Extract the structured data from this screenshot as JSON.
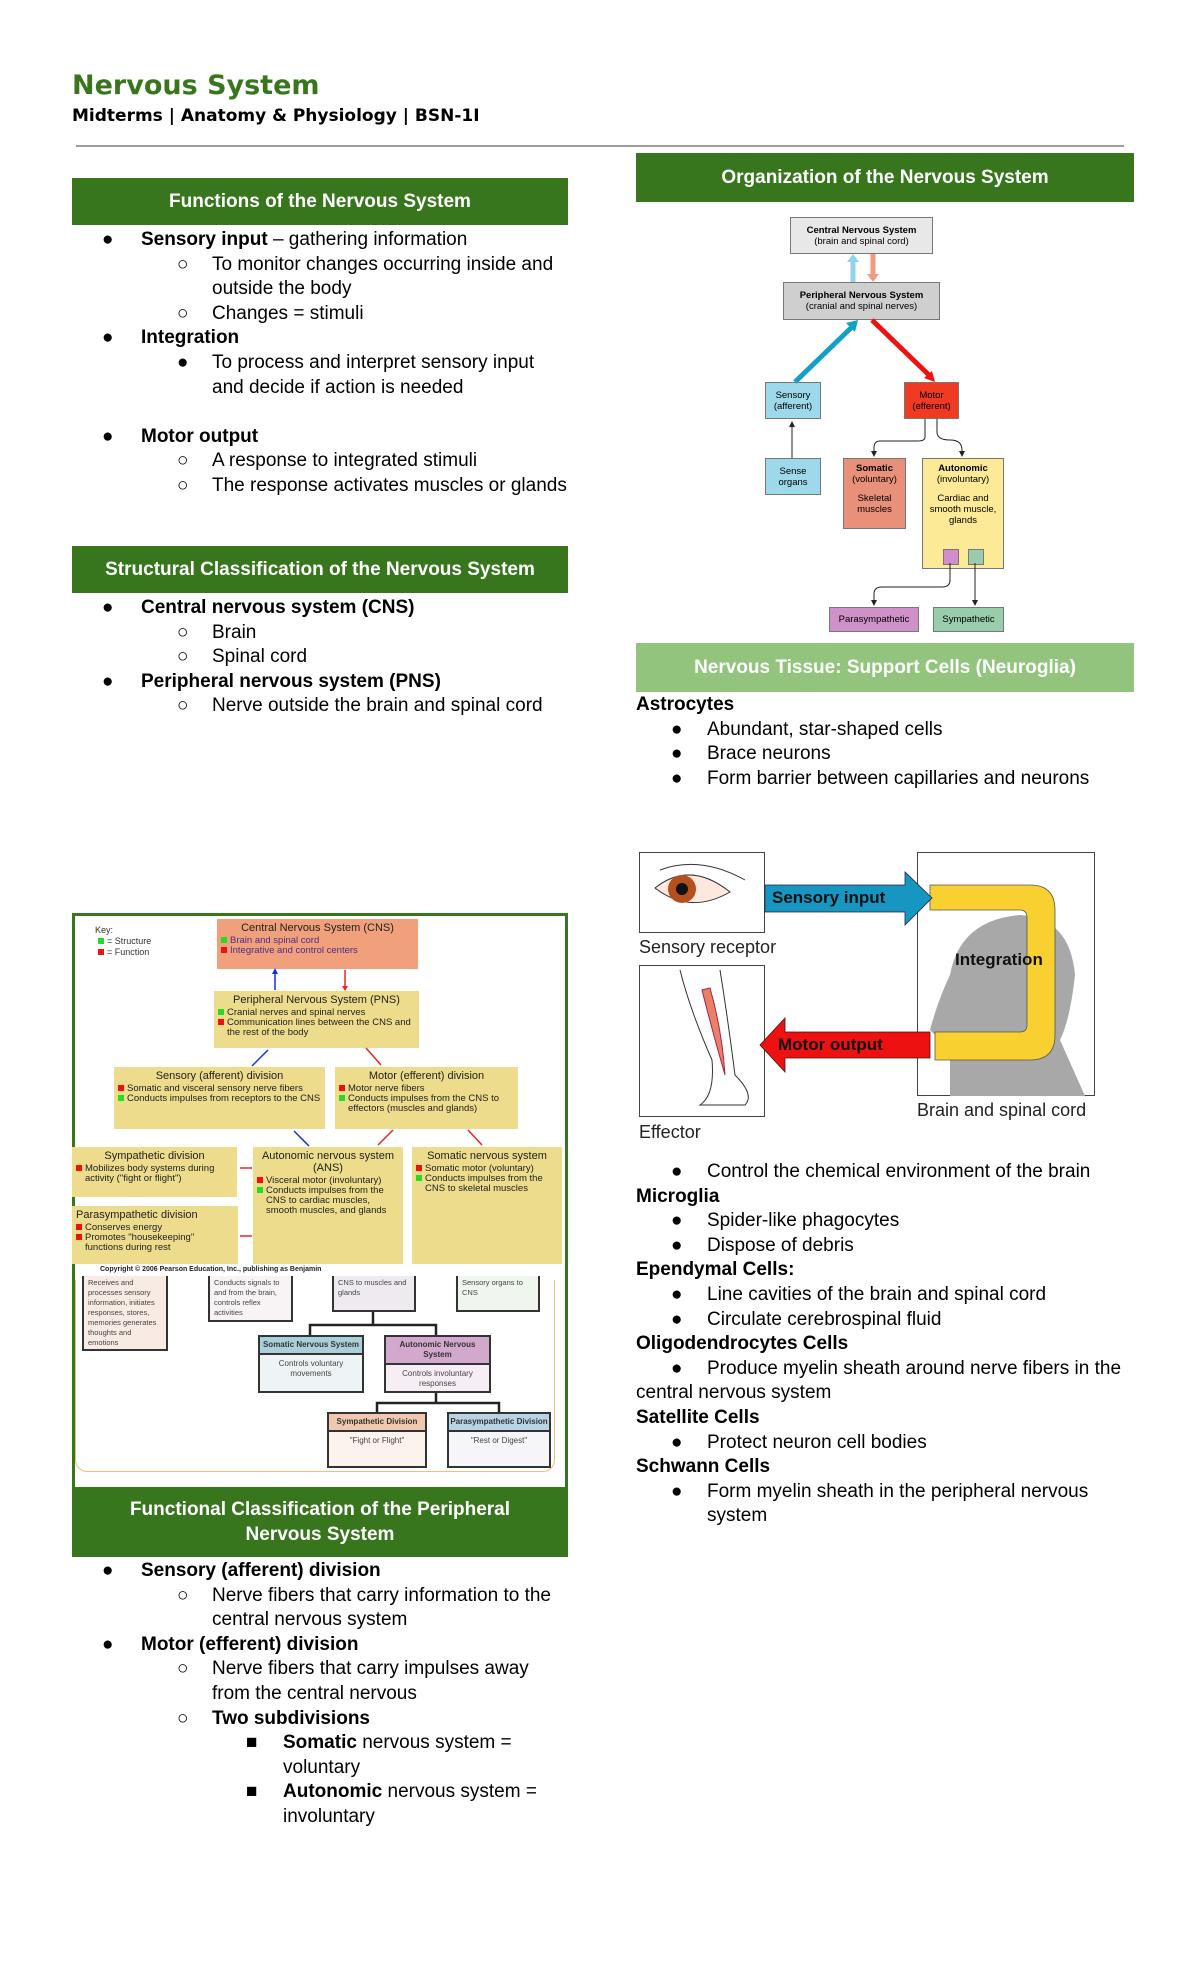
{
  "header": {
    "title": "Nervous System",
    "subtitle": "Midterms | Anatomy & Physiology | BSN-1I"
  },
  "colors": {
    "section_header": "#38761d",
    "light_header": "#93c47d",
    "title": "#38761d"
  },
  "functions": {
    "heading": "Functions of the Nervous System",
    "items": [
      {
        "lvl": 0,
        "b": "Sensory input",
        "t": " – gathering information"
      },
      {
        "lvl": 1,
        "t": "To monitor changes occurring inside and outside the body",
        "bul": "○"
      },
      {
        "lvl": 1,
        "t": "Changes = stimuli",
        "bul": "○"
      },
      {
        "lvl": 0,
        "b": "Integration"
      },
      {
        "lvl": 1,
        "t": "To process and interpret sensory input and decide if action is needed",
        "bul": "●"
      },
      {
        "lvl": -1
      },
      {
        "lvl": 0,
        "b": "Motor output"
      },
      {
        "lvl": 1,
        "t": "A response to integrated stimuli",
        "bul": "○"
      },
      {
        "lvl": 1,
        "t": "The response activates muscles or glands",
        "bul": "○"
      }
    ]
  },
  "structural": {
    "heading": "Structural Classification of the Nervous System",
    "items": [
      {
        "lvl": 0,
        "b": "Central nervous system (CNS)"
      },
      {
        "lvl": 1,
        "t": "Brain",
        "bul": "○"
      },
      {
        "lvl": 1,
        "t": "Spinal cord",
        "bul": "○"
      },
      {
        "lvl": 0,
        "b": "Peripheral nervous system (PNS)"
      },
      {
        "lvl": 1,
        "t": "Nerve outside the brain and spinal cord",
        "bul": "○"
      }
    ]
  },
  "pearson_figure": {
    "key": {
      "title": "Key:",
      "structure": "= Structure",
      "function": "= Function"
    },
    "cns": {
      "title": "Central Nervous System (CNS)",
      "s": "Brain and spinal cord",
      "f": "Integrative and control centers"
    },
    "pns": {
      "title": "Peripheral Nervous System (PNS)",
      "s": "Cranial nerves and spinal nerves",
      "f": "Communication lines between the CNS and the rest of the body"
    },
    "sensory": {
      "title": "Sensory (afferent) division",
      "f": "Somatic and visceral sensory nerve fibers",
      "s": "Conducts impulses from receptors to the CNS"
    },
    "motor": {
      "title": "Motor (efferent) division",
      "f": "Motor nerve fibers",
      "s": "Conducts impulses from the CNS to effectors (muscles and glands)"
    },
    "sympathetic": {
      "title": "Sympathetic division",
      "f": "Mobilizes body systems during activity (\"fight or flight\")"
    },
    "parasympathetic": {
      "title": "Parasympathetic division",
      "f1": "Conserves energy",
      "f2": "Promotes \"housekeeping\" functions during rest"
    },
    "ans": {
      "title": "Autonomic nervous system (ANS)",
      "f": "Visceral motor (involuntary)",
      "s": "Conducts impulses from the CNS to cardiac muscles, smooth muscles, and glands"
    },
    "somatic": {
      "title": "Somatic nervous system",
      "f": "Somatic motor (voluntary)",
      "s": "Conducts impulses from the CNS to skeletal muscles"
    },
    "copyright": "Copyright © 2006 Pearson Education, Inc., publishing as Benjamin",
    "lower": {
      "b1": "Receives and processes sensory information, initiates responses, stores, memories generates thoughts and emotions",
      "b2": "Conducts signals to and from the brain, controls reflex activities",
      "b3": "CNS to muscles and glands",
      "b4": "Sensory organs to CNS",
      "somatic_t": "Somatic Nervous System",
      "somatic_d": "Controls voluntary movements",
      "auto_t": "Autonomic Nervous System",
      "auto_d": "Controls involuntary responses",
      "symp_t": "Sympathetic Division",
      "symp_d": "\"Fight or Flight\"",
      "para_t": "Parasympathetic Division",
      "para_d": "\"Rest or Digest\""
    }
  },
  "functional": {
    "heading": "Functional Classification of the Peripheral Nervous System",
    "items": [
      {
        "lvl": 0,
        "b": "Sensory (afferent) division"
      },
      {
        "lvl": 1,
        "t": "Nerve fibers that carry information to the central nervous system",
        "bul": "○"
      },
      {
        "lvl": 0,
        "b": "Motor (efferent) division"
      },
      {
        "lvl": 1,
        "t": "Nerve fibers that carry impulses away from the central nervous",
        "bul": "○"
      },
      {
        "lvl": 1,
        "b": "Two subdivisions",
        "bul": "○"
      },
      {
        "lvl": 2,
        "b": "Somatic",
        "t": " nervous system = voluntary",
        "bul": "■"
      },
      {
        "lvl": 2,
        "b": "Autonomic",
        "t": " nervous system = involuntary",
        "bul": "■"
      }
    ]
  },
  "organization": {
    "heading": "Organization of the Nervous System",
    "cns_t": "Central Nervous System",
    "cns_d": "(brain and spinal cord)",
    "pns_t": "Peripheral Nervous System",
    "pns_d": "(cranial and spinal nerves)",
    "sensory": "Sensory (afferent)",
    "motor": "Motor (efferent)",
    "sense_organs": "Sense organs",
    "somatic_t": "Somatic",
    "somatic_d": "(voluntary)",
    "somatic_e": "Skeletal muscles",
    "auto_t": "Autonomic",
    "auto_d": "(involuntary)",
    "auto_e": "Cardiac and smooth muscle, glands",
    "para": "Parasympathetic",
    "symp": "Sympathetic"
  },
  "neuroglia": {
    "heading": "Nervous Tissue: Support Cells (Neuroglia)",
    "items_a": [
      {
        "lvl": "h",
        "b": "Astrocytes"
      },
      {
        "lvl": 1,
        "t": "Abundant, star-shaped cells",
        "bul": "●"
      },
      {
        "lvl": 1,
        "t": "Brace neurons",
        "bul": "●"
      },
      {
        "lvl": 1,
        "t": "Form barrier between capillaries and neurons",
        "bul": "●"
      }
    ],
    "items_b": [
      {
        "lvl": 1,
        "t": "Control the chemical environment of the brain",
        "bul": "●"
      },
      {
        "lvl": "h",
        "b": " Microglia"
      },
      {
        "lvl": 1,
        "t": "Spider-like phagocytes",
        "bul": "●"
      },
      {
        "lvl": 1,
        "t": "Dispose of debris",
        "bul": "●"
      },
      {
        "lvl": "h",
        "b": "Ependymal Cells",
        "t": ":"
      },
      {
        "lvl": 1,
        "t": "Line cavities of the brain and spinal cord",
        "bul": "●"
      },
      {
        "lvl": 1,
        "t": "Circulate cerebrospinal fluid",
        "bul": "●"
      },
      {
        "lvl": "h",
        "b": "Oligodendrocytes Cells"
      },
      {
        "lvl": "hang",
        "t": "Produce myelin sheath around nerve fibers in the central nervous system",
        "bul": "●"
      },
      {
        "lvl": "h",
        "b": "Satellite Cells"
      },
      {
        "lvl": 1,
        "t": "Protect neuron cell bodies",
        "bul": "●"
      },
      {
        "lvl": "h",
        "b": "Schwann Cells"
      },
      {
        "lvl": 1,
        "t": "Form myelin sheath in the peripheral nervous system",
        "bul": "●"
      }
    ]
  },
  "reflex_figure": {
    "sensory_receptor": "Sensory receptor",
    "sensory_input": "Sensory input",
    "integration": "Integration",
    "motor_output": "Motor output",
    "effector": "Effector",
    "brain": "Brain and spinal cord"
  }
}
